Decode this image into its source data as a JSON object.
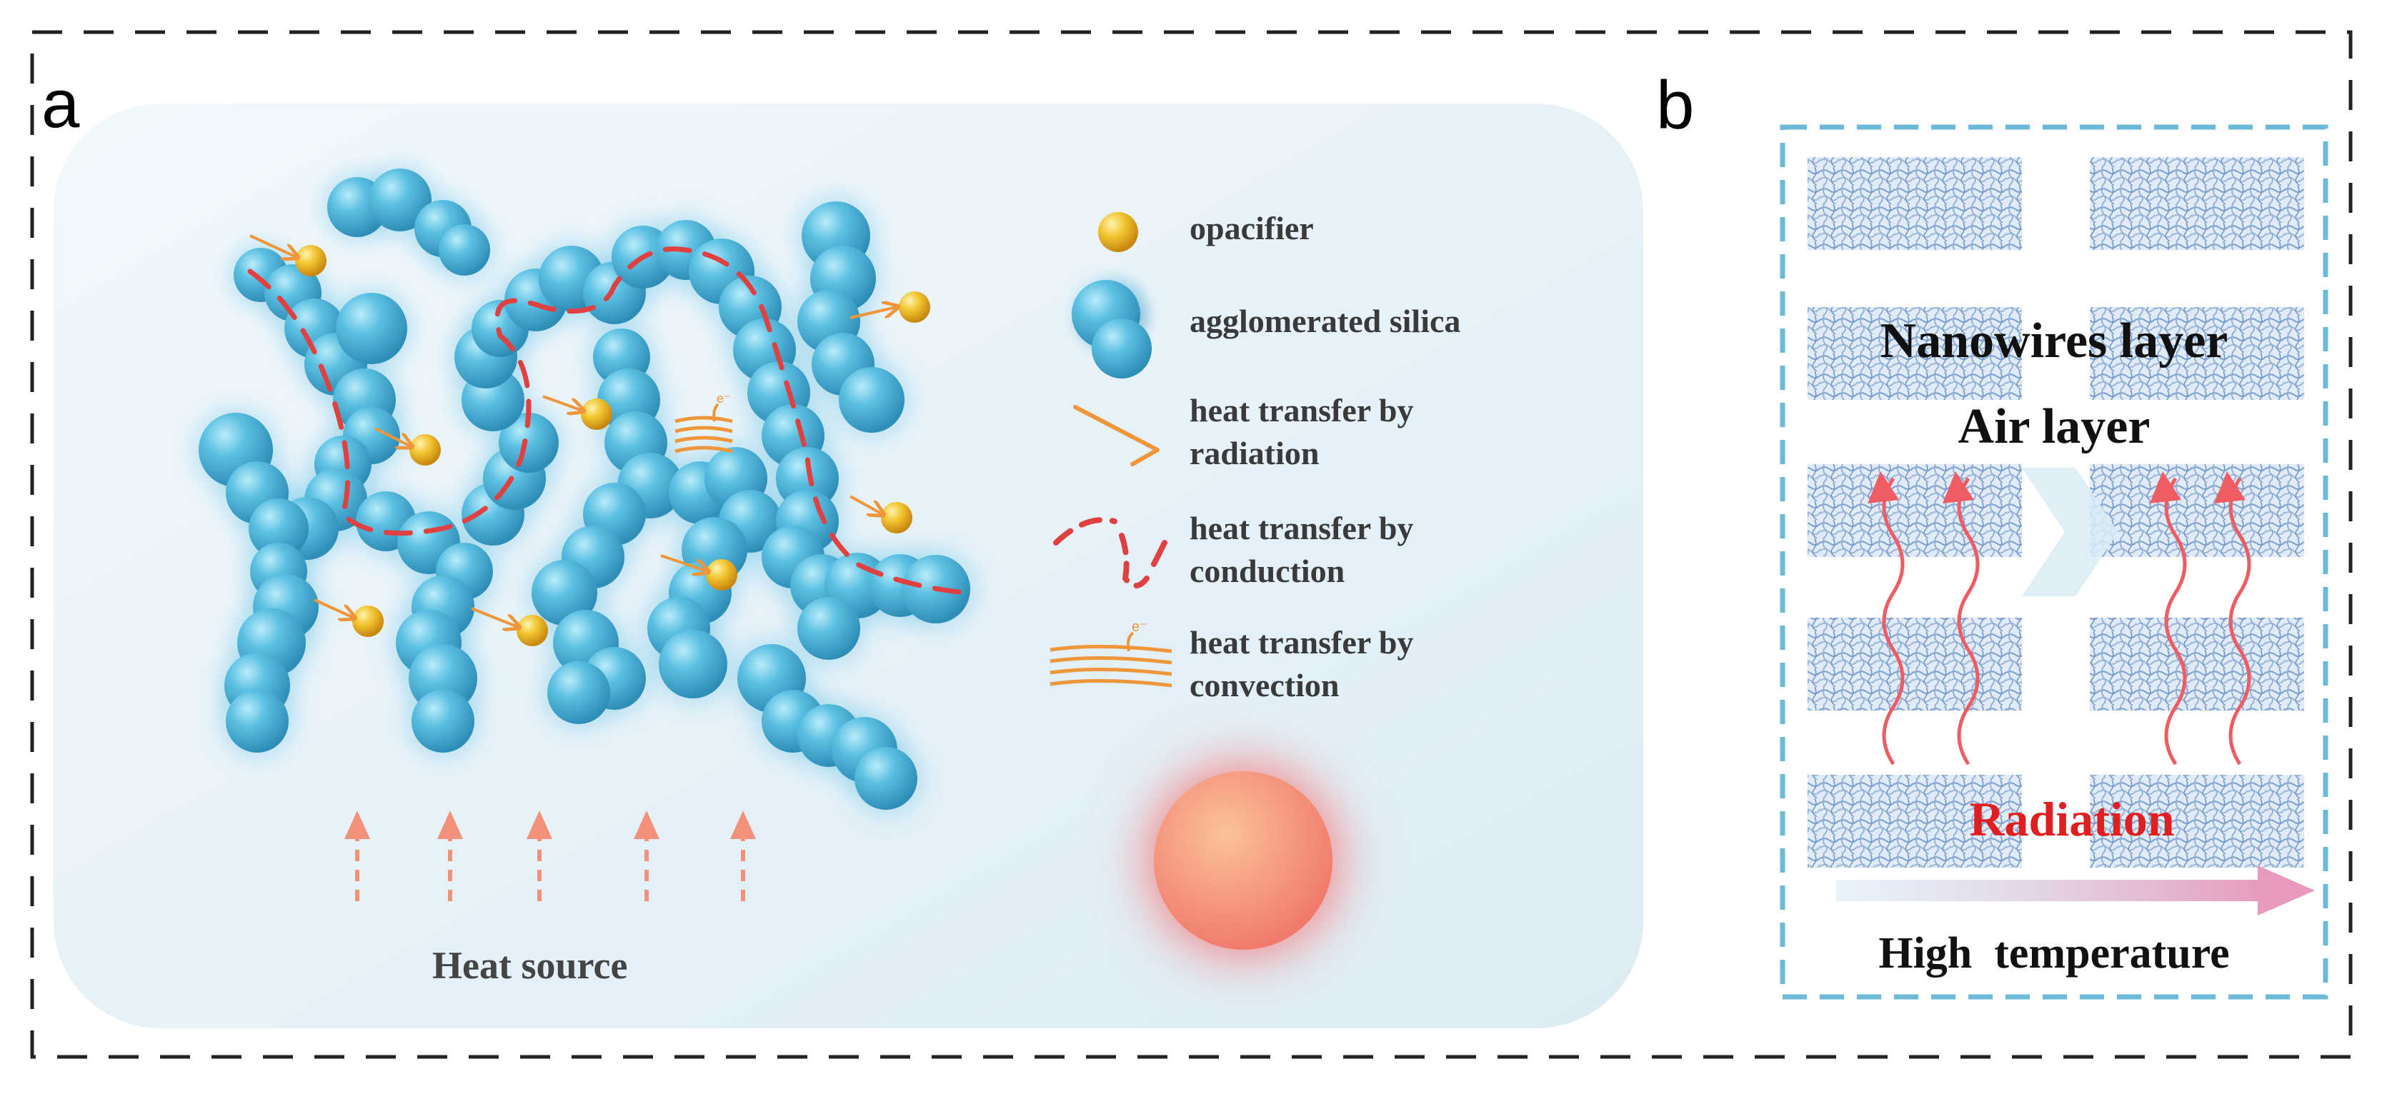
{
  "panel_a": {
    "label": "a",
    "legend": [
      {
        "key": "opacifier",
        "lines": [
          "opacifier"
        ]
      },
      {
        "key": "silica",
        "lines": [
          "agglomerated silica"
        ]
      },
      {
        "key": "radiation",
        "lines": [
          "heat transfer by",
          "radiation"
        ]
      },
      {
        "key": "conduction",
        "lines": [
          "heat transfer by",
          "conduction"
        ]
      },
      {
        "key": "convection",
        "lines": [
          "heat transfer by",
          "convection"
        ]
      }
    ],
    "heat_source_label": "Heat source",
    "electron_symbol": "e⁻"
  },
  "panel_b": {
    "label": "b",
    "nanowires_label": "Nanowires layer",
    "air_label": "Air layer",
    "radiation_label": "Radiation",
    "temperature_label": "High  temperature"
  },
  "colors": {
    "silica": "#5cb8d8",
    "opacifier": "#e8b323",
    "heat_arrow": "#f5907a",
    "radiation_text": "#e02020",
    "conduction_path": "#e04040",
    "radiation_arrow": "#f0963a",
    "frame_b": "#6cbad8"
  }
}
